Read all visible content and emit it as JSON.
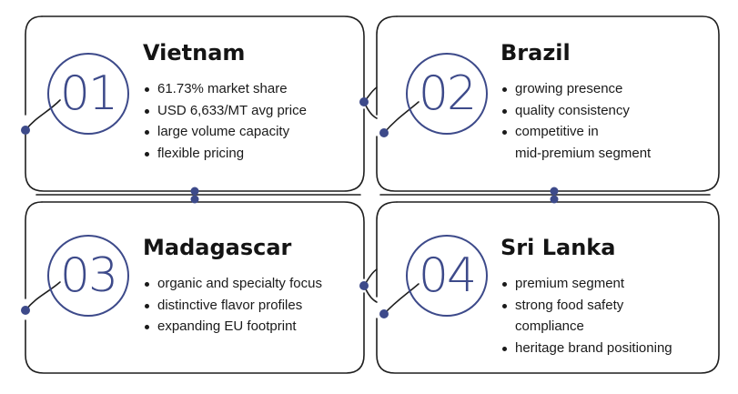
{
  "cards": [
    {
      "number": "01",
      "title": "Vietnam",
      "bullets": [
        "61.73% market share",
        "USD 6,633/MT avg price",
        "large volume capacity",
        "flexible pricing"
      ]
    },
    {
      "number": "02",
      "title": "Brazil",
      "bullets": [
        "growing presence",
        "quality consistency",
        "competitive in",
        "mid-premium segment"
      ]
    },
    {
      "number": "03",
      "title": "Madagascar",
      "bullets": [
        "organic and specialty focus",
        "distinctive flavor profiles",
        "expanding EU footprint"
      ]
    },
    {
      "number": "04",
      "title": "Sri Lanka",
      "bullets": [
        "premium segment",
        "strong food safety",
        "compliance",
        "heritage brand positioning"
      ]
    }
  ],
  "colors": {
    "accent": "#3d4a8a",
    "outline": "#1f1f1f",
    "text": "#141414"
  }
}
